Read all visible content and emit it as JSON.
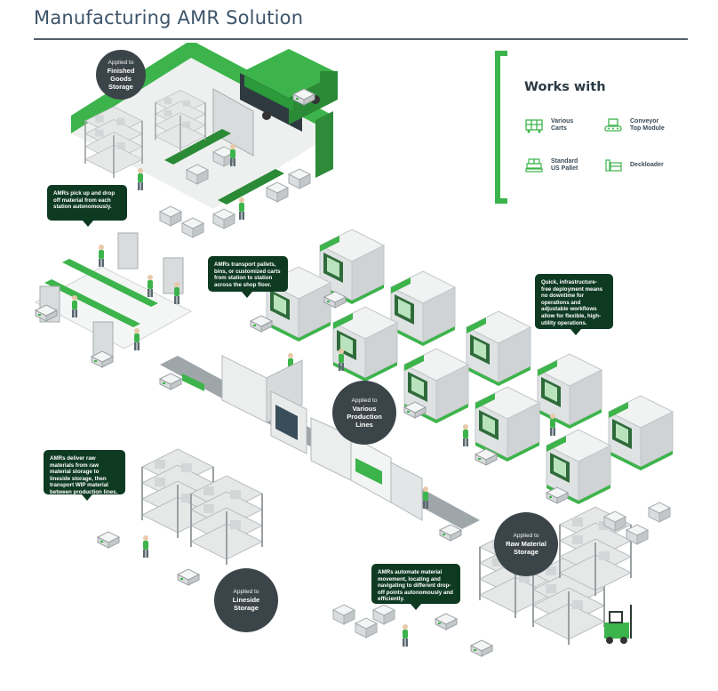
{
  "page": {
    "title": "Manufacturing AMR Solution"
  },
  "works_with": {
    "title": "Works with",
    "items": [
      {
        "label_1": "Various",
        "label_2": "Carts",
        "icon": "carts-icon"
      },
      {
        "label_1": "Conveyor",
        "label_2": "Top Module",
        "icon": "conveyor-icon"
      },
      {
        "label_1": "Standard",
        "label_2": "US Pallet",
        "icon": "pallet-icon"
      },
      {
        "label_1": "Deckloader",
        "label_2": "",
        "icon": "deckloader-icon"
      }
    ]
  },
  "circles": [
    {
      "small": "Applied to",
      "line1": "Finished Goods",
      "line2": "Storage",
      "line3": ""
    },
    {
      "small": "Applied to",
      "line1": "Various",
      "line2": "Production",
      "line3": "Lines"
    },
    {
      "small": "Applied to",
      "line1": "Raw Material",
      "line2": "Storage",
      "line3": ""
    },
    {
      "small": "Applied to",
      "line1": "Lineside",
      "line2": "Storage",
      "line3": ""
    }
  ],
  "callouts": [
    {
      "text": "AMRs pick up and drop off material from each station autonomously."
    },
    {
      "text": "AMRs transport pallets, bins, or customized carts from station to station across the shop floor."
    },
    {
      "text": "Quick, infrastructure-free deployment means no downtime for operations and adjustable workflows allow for flexible, high-utility operations."
    },
    {
      "text": "AMRs deliver raw materials from raw material storage to lineside storage, then transport WIP material between production lines."
    },
    {
      "text": "AMRs automate material movement, locating and navigating to different drop-off points autonomously and efficiently."
    }
  ],
  "colors": {
    "accent_green": "#3cb44b",
    "dark_green": "#0e3a22",
    "circle_gray": "#3b4448",
    "title_blue": "#3d5469"
  }
}
